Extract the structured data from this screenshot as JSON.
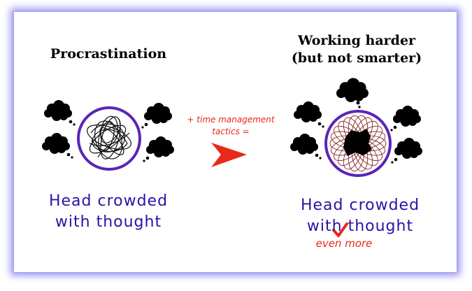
{
  "left_panel": {
    "title": "Procrastination",
    "caption_line1": "Head crowded",
    "caption_line2": "with thought"
  },
  "right_panel": {
    "title_line1": "Working harder",
    "title_line2": "(but not smarter)",
    "caption_line1": "Head crowded",
    "caption_line2": "with thought",
    "insert_note": "even more"
  },
  "transition": {
    "line1": "+ time management",
    "line2": "tactics ="
  },
  "colors": {
    "frame_glow": "#9a95f0",
    "circle_outline": "#5b25b5",
    "caption_text": "#2a13a5",
    "accent_red": "#e8281a",
    "scribble_dark_red": "#7a1414",
    "cloud_black": "#000000"
  },
  "icons": [
    "thought-cloud-icon",
    "arrow-right-icon",
    "caret-insert-icon"
  ]
}
